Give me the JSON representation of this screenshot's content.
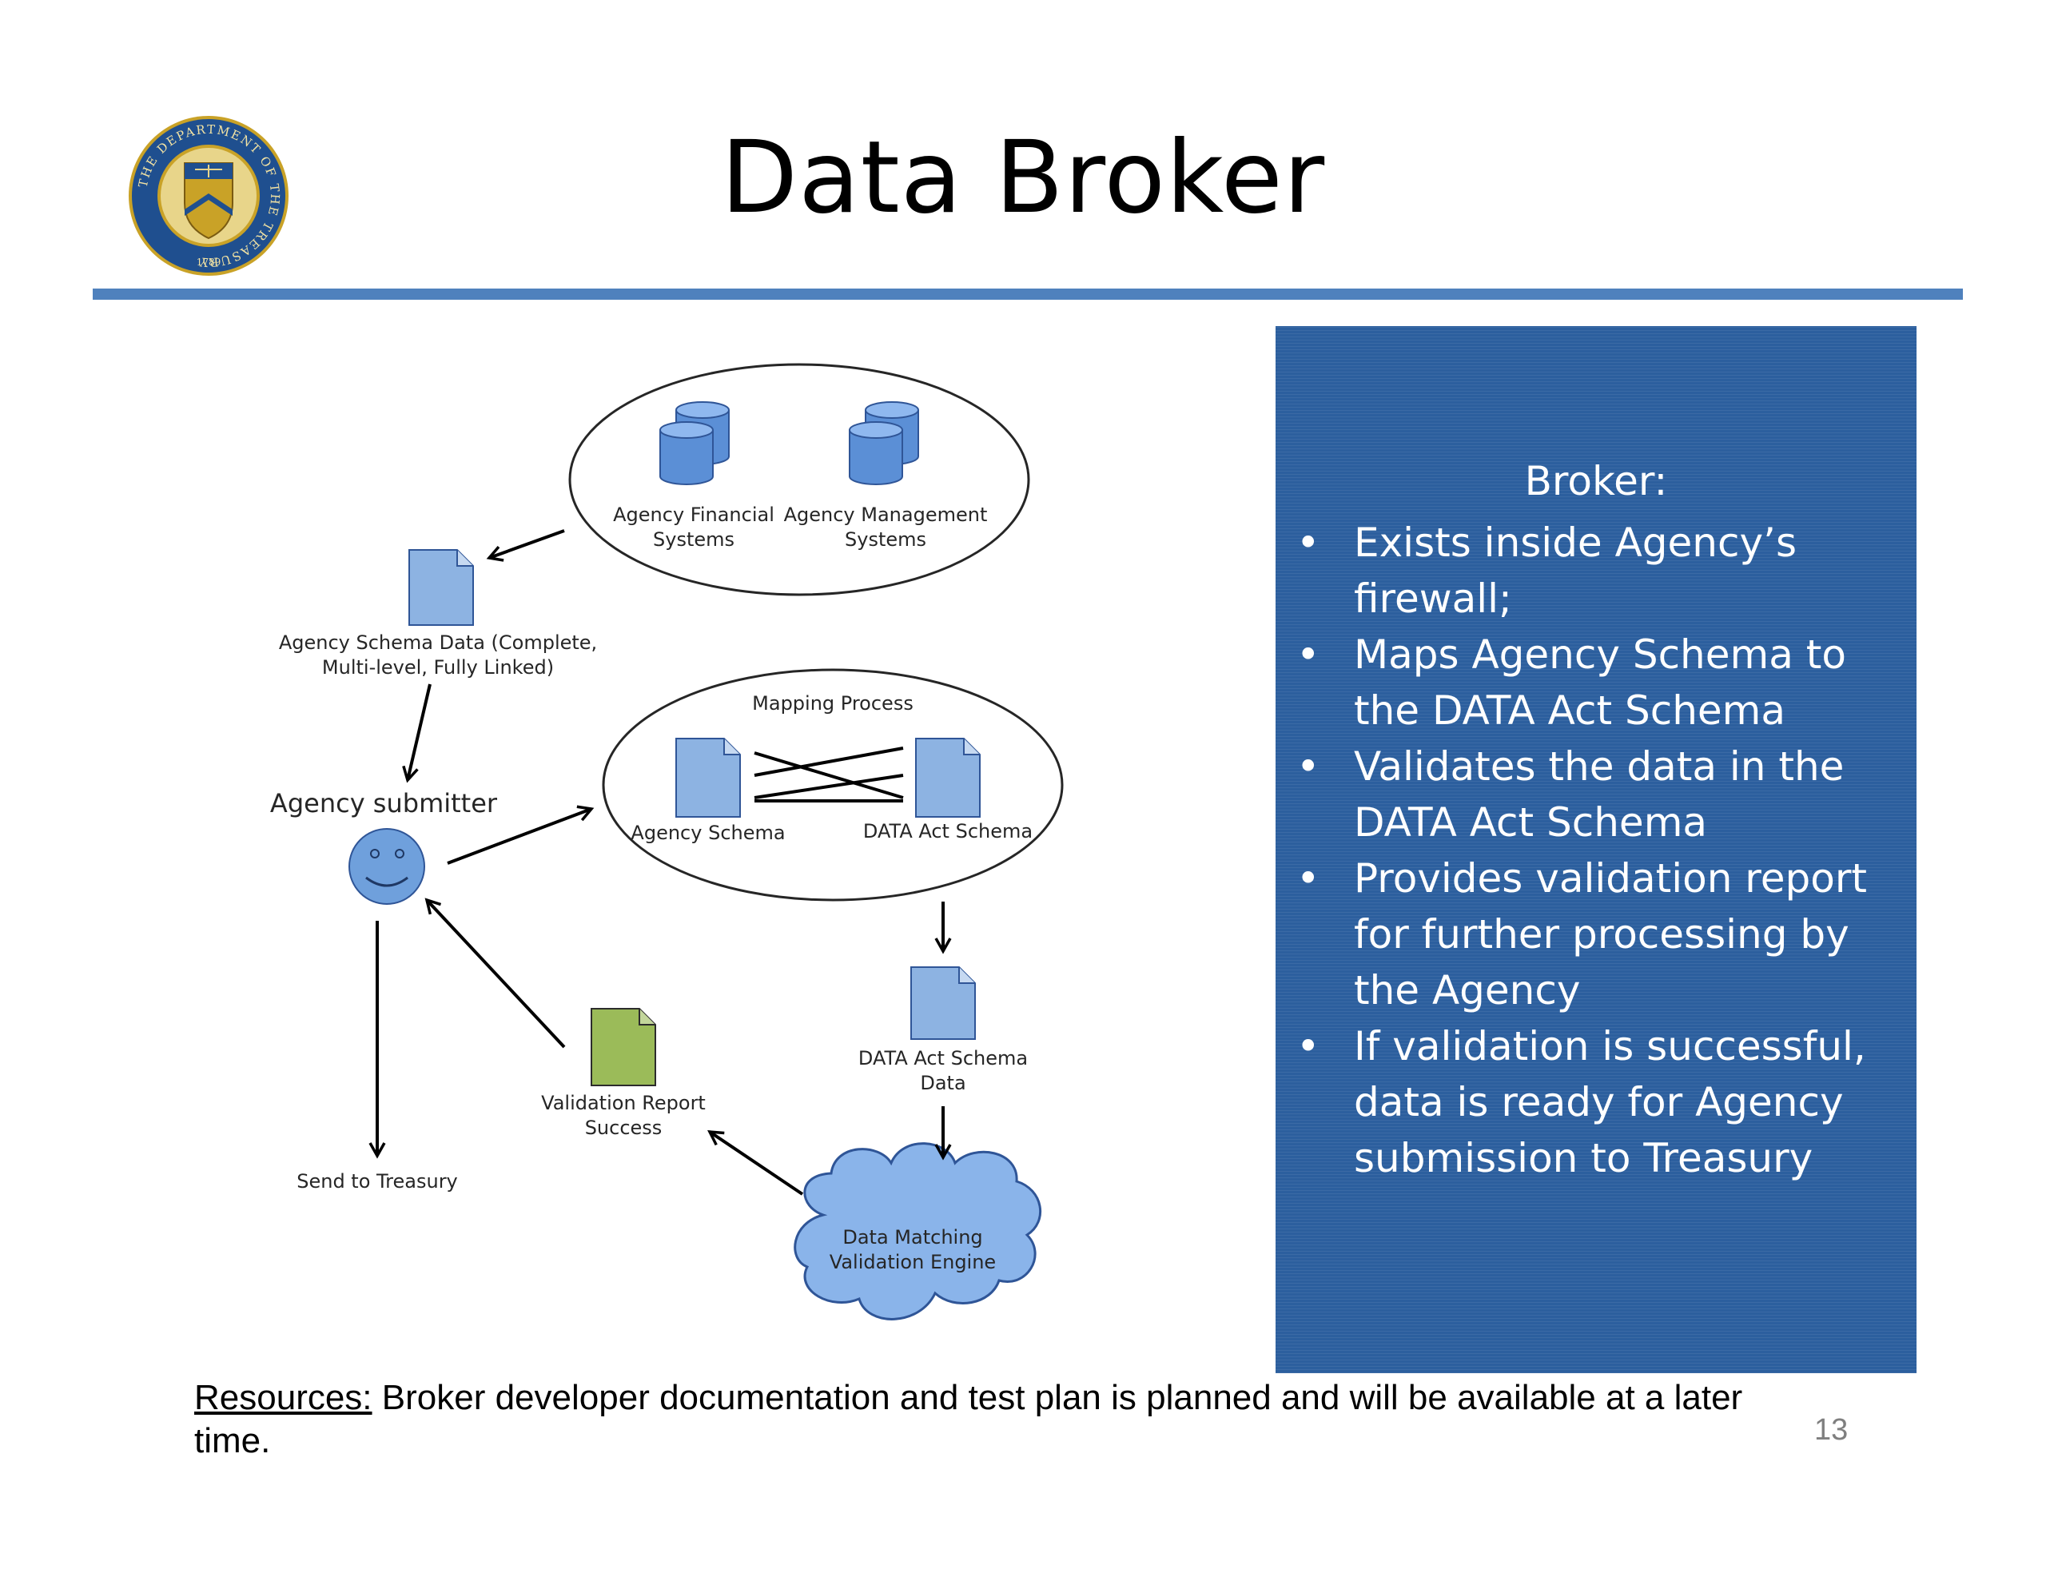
{
  "slide": {
    "title": "Data Broker",
    "page_number": "13"
  },
  "seal": {
    "ring_text": "THE DEPARTMENT OF THE TREASURY",
    "year": "1789"
  },
  "diagram": {
    "nodes": {
      "agency_financial_systems": [
        "Agency Financial",
        "Systems"
      ],
      "agency_management_systems": [
        "Agency Management",
        "Systems"
      ],
      "agency_schema_data": [
        "Agency Schema Data (Complete,",
        "Multi-level, Fully Linked)"
      ],
      "agency_submitter": "Agency submitter",
      "mapping_process": "Mapping Process",
      "agency_schema": "Agency Schema",
      "data_act_schema": "DATA Act Schema",
      "data_act_schema_data": [
        "DATA Act Schema",
        "Data"
      ],
      "validation_report": [
        "Validation Report",
        "Success"
      ],
      "send_to_treasury": "Send to Treasury",
      "data_matching_engine": [
        "Data Matching",
        "Validation Engine"
      ]
    },
    "colors": {
      "doc_blue": "#8db3e2",
      "doc_green": "#9bbb59",
      "db_blue": "#6fa0dc",
      "cloud_blue": "#8ab4ea"
    }
  },
  "panel": {
    "title": "Broker:",
    "bullets": [
      "Exists inside Agency’s firewall;",
      "Maps Agency Schema to the DATA Act Schema",
      "Validates the data in the DATA Act Schema",
      "Provides validation report for further processing by the Agency",
      "If validation is successful, data is ready for Agency submission to Treasury"
    ],
    "background": "#2c5f9e"
  },
  "footer": {
    "resources_label": "Resources:",
    "resources_text": " Broker developer documentation and test plan is planned and will be available at a later time."
  },
  "accent_color": "#4f81bd"
}
